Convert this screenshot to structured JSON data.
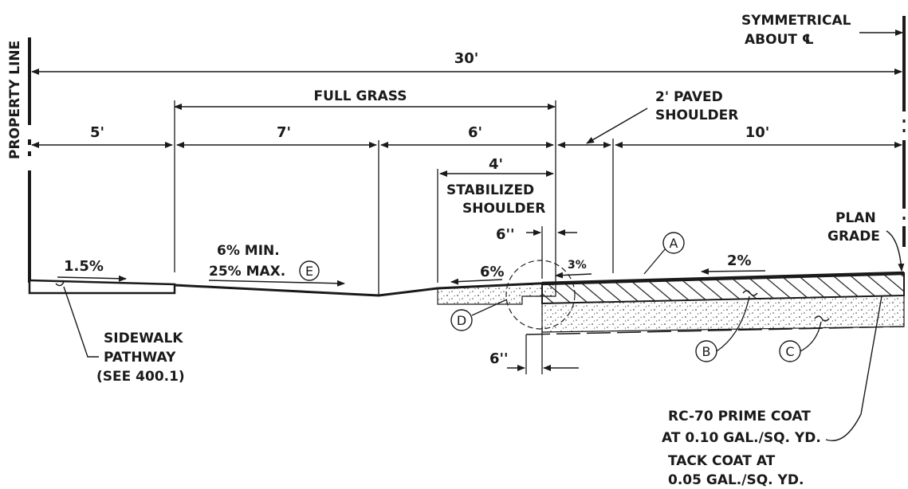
{
  "labels": {
    "property_line": "PROPERTY LINE",
    "symmetrical_1": "SYMMETRICAL",
    "symmetrical_2": "ABOUT ℄",
    "full_grass": "FULL GRASS",
    "paved_shoulder_1": "2' PAVED",
    "paved_shoulder_2": "SHOULDER",
    "stabilized_1": "STABILIZED",
    "stabilized_2": "SHOULDER",
    "plan_grade_1": "PLAN",
    "plan_grade_2": "GRADE",
    "slope_min": "6% MIN.",
    "slope_max": "25% MAX.",
    "sidewalk_1": "SIDEWALK",
    "sidewalk_2": "PATHWAY",
    "sidewalk_3": "(SEE 400.1)",
    "prime_1": "RC-70 PRIME COAT",
    "prime_2": "AT 0.10 GAL./SQ. YD.",
    "tack_1": "TACK COAT AT",
    "tack_2": "0.05 GAL./SQ. YD."
  },
  "dimensions": {
    "total": "30'",
    "d5": "5'",
    "d7": "7'",
    "d6": "6'",
    "d10": "10'",
    "d4": "4'",
    "d6in_top": "6''",
    "d6in_bottom": "6''"
  },
  "slopes": {
    "sidewalk": "1.5%",
    "stabilized": "6%",
    "paved": "3%",
    "road": "2%"
  },
  "callouts": {
    "a": "A",
    "b": "B",
    "c": "C",
    "d": "D",
    "e": "E"
  },
  "colors": {
    "ink": "#1a1a1a",
    "stipple": "#444444",
    "background": "#ffffff"
  }
}
